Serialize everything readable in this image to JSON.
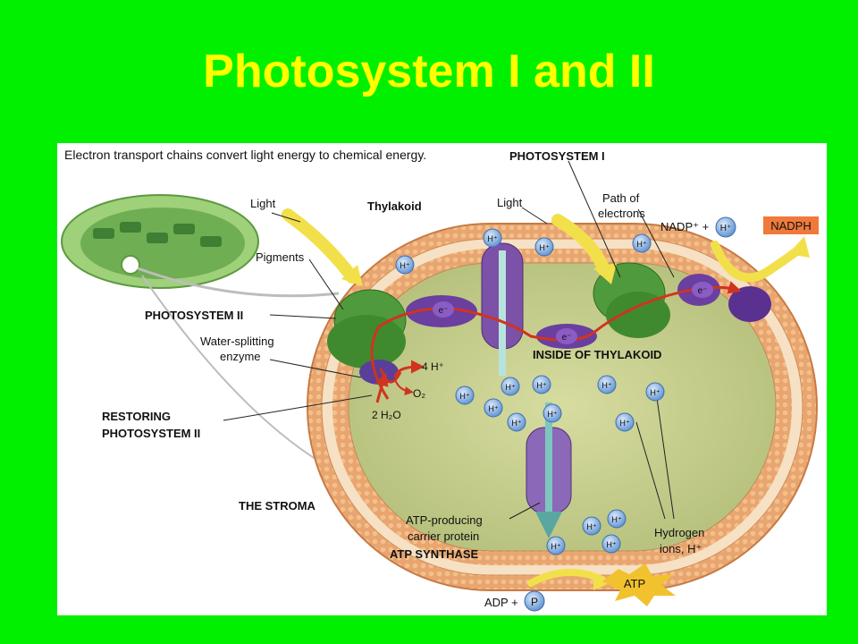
{
  "slide": {
    "title": "Photosystem I and II"
  },
  "diagram": {
    "caption": "Electron transport chains convert light energy to chemical energy.",
    "labels": {
      "photosystem_i": "PHOTOSYSTEM I",
      "thylakoid": "Thylakoid",
      "light_left": "Light",
      "light_right": "Light",
      "path_of_electrons_1": "Path of",
      "path_of_electrons_2": "electrons",
      "nadp": "NADP⁺ +",
      "nadph": "NADPH",
      "pigments": "Pigments",
      "photosystem_ii": "PHOTOSYSTEM II",
      "water_splitting_1": "Water-splitting",
      "water_splitting_2": "enzyme",
      "inside_thylakoid": "INSIDE OF THYLAKOID",
      "restoring_1": "RESTORING",
      "restoring_2": "PHOTOSYSTEM II",
      "the_stroma": "THE STROMA",
      "atp_carrier_1": "ATP-producing",
      "atp_carrier_2": "carrier protein",
      "atp_synthase": "ATP SYNTHASE",
      "hydrogen_ions_1": "Hydrogen",
      "hydrogen_ions_2": "ions, H⁺",
      "four_h": "4 H⁺",
      "o2": "O₂",
      "two_h2o": "2 H₂O",
      "adp": "ADP +",
      "p": "P",
      "atp": "ATP",
      "electron": "e⁻",
      "h_ion": "H⁺"
    },
    "colors": {
      "background": "#00f000",
      "title": "#ffff00",
      "membrane": "#e9a26a",
      "lumen": "#bfc98a",
      "photosystem": "#4f9a3c",
      "protein": "#7a4fa5",
      "electron_path": "#d0331f",
      "ion": "#6fa0d8",
      "light_arrow": "#f2e04a"
    }
  }
}
